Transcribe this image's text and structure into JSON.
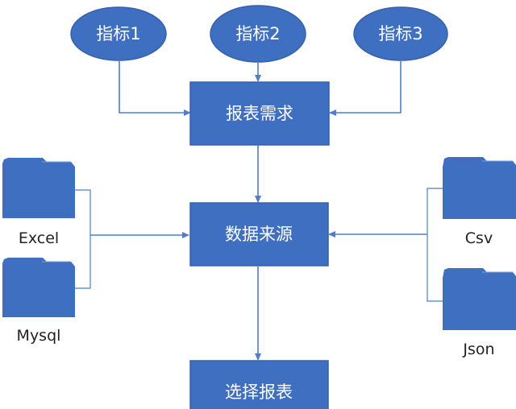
{
  "colors": {
    "node_fill": "#3f6fc1",
    "node_stroke": "#3560ad",
    "edge": "#4f7fc9",
    "text_light": "#ffffff",
    "text_dark": "#222222"
  },
  "ellipses": [
    {
      "id": "metric1",
      "label": "指标1"
    },
    {
      "id": "metric2",
      "label": "指标2"
    },
    {
      "id": "metric3",
      "label": "指标3"
    }
  ],
  "boxes": {
    "requirements": "报表需求",
    "datasource": "数据来源",
    "select": "选择报表"
  },
  "folders": {
    "excel": {
      "label": "Excel",
      "icon": "folder-icon"
    },
    "mysql": {
      "label": "Mysql",
      "icon": "folder-icon"
    },
    "csv": {
      "label": "Csv",
      "icon": "folder-icon"
    },
    "json": {
      "label": "Json",
      "icon": "folder-icon"
    }
  }
}
